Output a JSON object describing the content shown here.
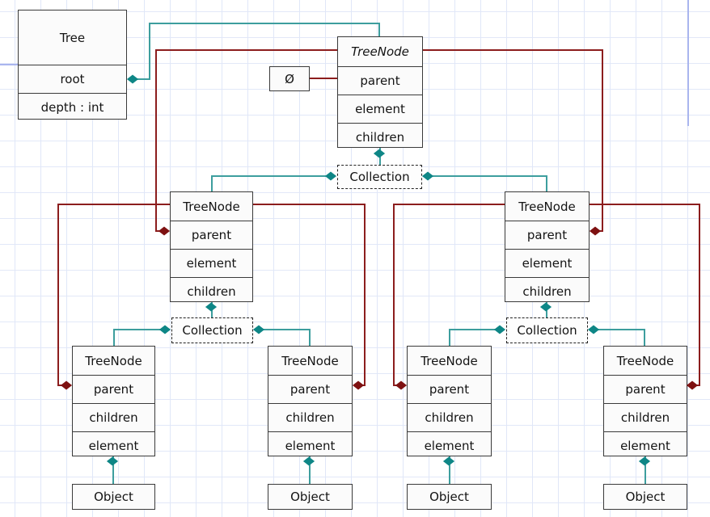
{
  "boxes": {
    "tree": {
      "title": "Tree",
      "rows": [
        "root",
        "depth : int"
      ]
    },
    "root_treenode": {
      "title": "TreeNode",
      "rows": [
        "parent",
        "element",
        "children"
      ]
    },
    "null_object": {
      "label": "Ø"
    },
    "collection_top": {
      "label": "Collection"
    },
    "collection_left": {
      "label": "Collection"
    },
    "collection_right": {
      "label": "Collection"
    },
    "treenode_mid_left": {
      "title": "TreeNode",
      "rows": [
        "parent",
        "element",
        "children"
      ]
    },
    "treenode_mid_right": {
      "title": "TreeNode",
      "rows": [
        "parent",
        "element",
        "children"
      ]
    },
    "treenode_leaf_1": {
      "title": "TreeNode",
      "rows": [
        "parent",
        "children",
        "element"
      ]
    },
    "treenode_leaf_2": {
      "title": "TreeNode",
      "rows": [
        "parent",
        "children",
        "element"
      ]
    },
    "treenode_leaf_3": {
      "title": "TreeNode",
      "rows": [
        "parent",
        "children",
        "element"
      ]
    },
    "treenode_leaf_4": {
      "title": "TreeNode",
      "rows": [
        "parent",
        "children",
        "element"
      ]
    },
    "object_1": {
      "label": "Object"
    },
    "object_2": {
      "label": "Object"
    },
    "object_3": {
      "label": "Object"
    },
    "object_4": {
      "label": "Object"
    }
  },
  "colors": {
    "aggregation_diamond_teal": "#0e8686",
    "connector_teal": "#3d9e9e",
    "aggregation_diamond_red": "#7e1111",
    "connector_red": "#8c1d1d",
    "box_border": "#3a3a3a",
    "box_fill": "#fbfbfb",
    "grid": "#e0e7f8",
    "guide": "#a9b5ee"
  }
}
